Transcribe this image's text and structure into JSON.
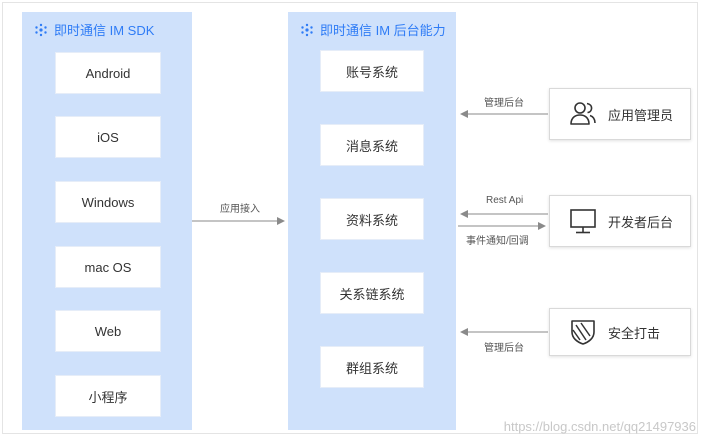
{
  "sdk_panel": {
    "title": "即时通信 IM SDK",
    "items": [
      "Android",
      "iOS",
      "Windows",
      "mac OS",
      "Web",
      "小程序"
    ]
  },
  "backend_panel": {
    "title": "即时通信 IM 后台能力",
    "items": [
      "账号系统",
      "消息系统",
      "资料系统",
      "关系链系统",
      "群组系统"
    ]
  },
  "connectors": {
    "app_access": "应用接入",
    "manage_backend_top": "管理后台",
    "rest_api": "Rest Api",
    "event_callback": "事件通知/回调",
    "manage_backend_bottom": "管理后台"
  },
  "side_boxes": {
    "app_admin": {
      "label": "应用管理员",
      "icon": "users-icon"
    },
    "dev_backend": {
      "label": "开发者后台",
      "icon": "monitor-icon"
    },
    "security": {
      "label": "安全打击",
      "icon": "shield-icon"
    }
  },
  "watermark": "https://blog.csdn.net/qq21497936",
  "colors": {
    "panel_bg": "#cfe1fb",
    "accent": "#2f7cf6",
    "arrow": "#8a8a8a"
  }
}
